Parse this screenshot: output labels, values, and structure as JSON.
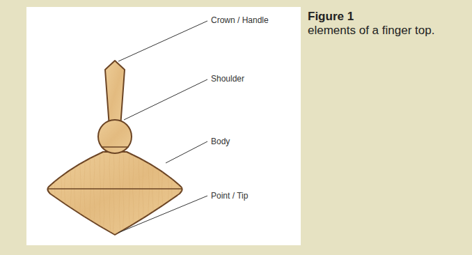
{
  "diagram": {
    "title": "Figure 1",
    "caption": "elements of a finger top.",
    "labels": [
      "Crown / Handle",
      "Shoulder",
      "Body",
      "Point / Tip"
    ]
  }
}
